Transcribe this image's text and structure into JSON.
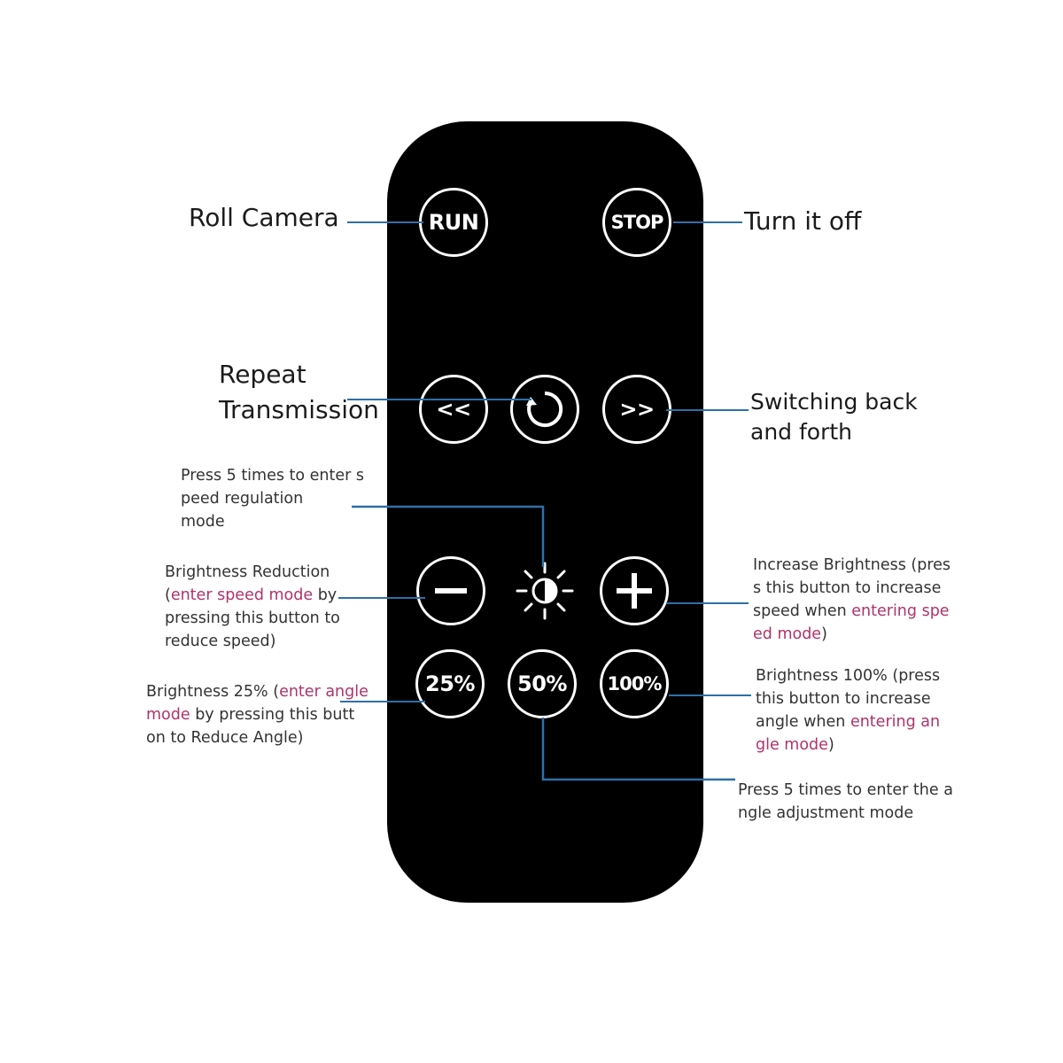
{
  "buttons": {
    "run": "RUN",
    "stop": "STOP",
    "prev": "<<",
    "next": ">>",
    "pct25": "25%",
    "pct50": "50%",
    "pct100": "100%"
  },
  "labels": {
    "roll_camera": "Roll Camera",
    "turn_off": "Turn it off",
    "repeat": "Repeat\nTransmission",
    "switching": "Switching back\n and forth",
    "press5_speed": "Press 5 times to enter s\npeed regulation\nmode",
    "bright_red_a": "Brightness Reduction\n(",
    "bright_red_hl": "enter speed mode",
    "bright_red_b": " by\npressing this button to\n reduce speed)",
    "inc_a": "Increase Brightness (pres\ns this button to increase\nspeed when ",
    "inc_hl": "entering spe\ned mode",
    "inc_b": ")",
    "b25_a": "Brightness 25% (",
    "b25_hl": "enter angle\n mode",
    "b25_b": " by pressing this butt\non to Reduce Angle)",
    "b100_a": "Brightness 100% (press\nthis button to increase\nangle when ",
    "b100_hl": "entering an\ngle mode",
    "b100_b": ")",
    "press5_angle": "Press 5 times to enter the a\nngle adjustment mode"
  },
  "colors": {
    "remote": "#000000",
    "button_ring": "#ffffff",
    "leader_line": "#2f6fa8",
    "highlight": "#b0336a"
  }
}
